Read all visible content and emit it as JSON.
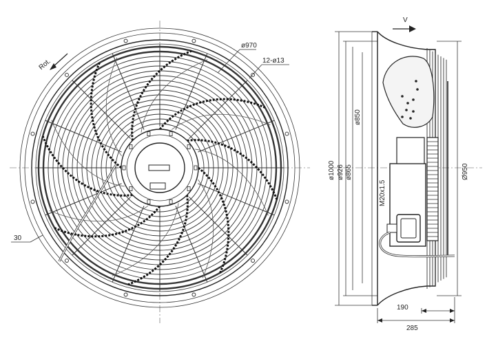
{
  "front_view": {
    "label_rot": "Rot.",
    "label_diameter_970": "ø970",
    "label_holes": "12-ø13",
    "label_30": "30"
  },
  "side_view": {
    "label_v": "V",
    "label_850": "ø850",
    "label_1000": "ø1000",
    "label_926": "ø926",
    "label_865": "ø865",
    "label_950": "Ø950",
    "label_m20": "M20x1.5",
    "label_190": "190",
    "label_285": "285"
  }
}
